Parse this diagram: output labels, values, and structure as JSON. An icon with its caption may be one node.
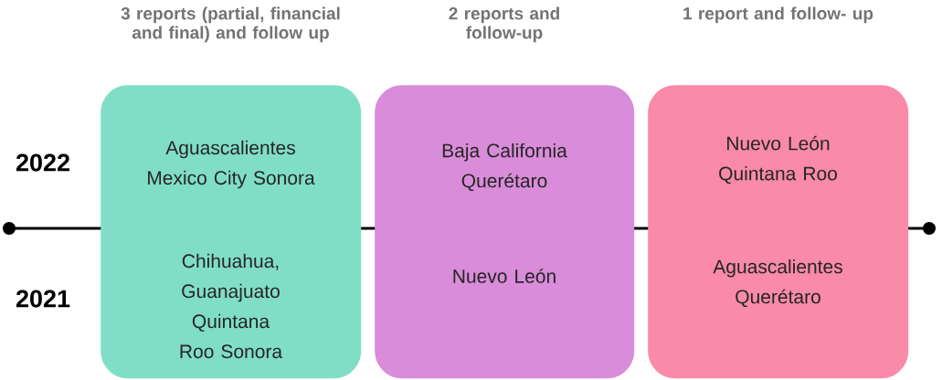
{
  "diagram": {
    "nodes": [
      {
        "text": [
          "3 reports (partial, financial and final) and follow up",
          "Aguascalientes Mexico City Sonora",
          "Chihuahua, Guanajuato Quintana Roo Sonora"
        ]
      },
      {
        "text": [
          "2 reports and follow-up",
          "Baja California Querétaro",
          "Nuevo León"
        ]
      },
      {
        "text": [
          "1 report and follow- up",
          "Nuevo León Quintana Roo",
          "Aguascalientes Querétaro"
        ]
      }
    ],
    "labels": [
      "2022",
      "2021"
    ]
  }
}
